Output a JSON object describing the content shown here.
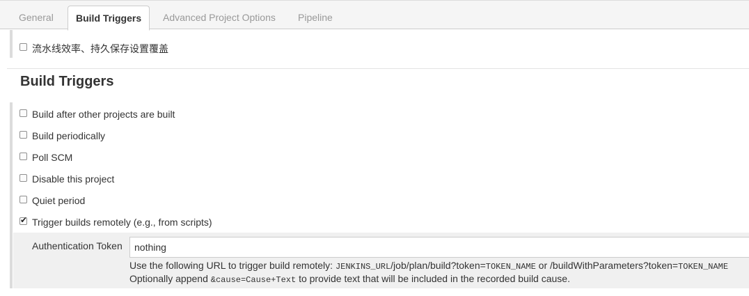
{
  "tabs": [
    {
      "label": "General",
      "active": false
    },
    {
      "label": "Build Triggers",
      "active": true
    },
    {
      "label": "Advanced Project Options",
      "active": false
    },
    {
      "label": "Pipeline",
      "active": false
    }
  ],
  "general": {
    "pipeline_option_label": "流水线效率、持久保存设置覆盖"
  },
  "build_triggers": {
    "title": "Build Triggers",
    "options": [
      {
        "label": "Build after other projects are built",
        "checked": false
      },
      {
        "label": "Build periodically",
        "checked": false
      },
      {
        "label": "Poll SCM",
        "checked": false
      },
      {
        "label": "Disable this project",
        "checked": false
      },
      {
        "label": "Quiet period",
        "checked": false
      },
      {
        "label": "Trigger builds remotely (e.g., from scripts)",
        "checked": true
      }
    ],
    "auth_token": {
      "label": "Authentication Token",
      "value": "nothing",
      "help_line1": {
        "prefix": "Use the following URL to trigger build remotely: ",
        "code1": "JENKINS_URL",
        "mid1": "/job/plan/build?token=",
        "code2": "TOKEN_NAME",
        "mid2": " or /buildWithParameters?token=",
        "code3": "TOKEN_NAME"
      },
      "help_line2": {
        "prefix": "Optionally append ",
        "code": "&cause=Cause+Text",
        "suffix": " to provide text that will be included in the recorded build cause."
      }
    }
  }
}
